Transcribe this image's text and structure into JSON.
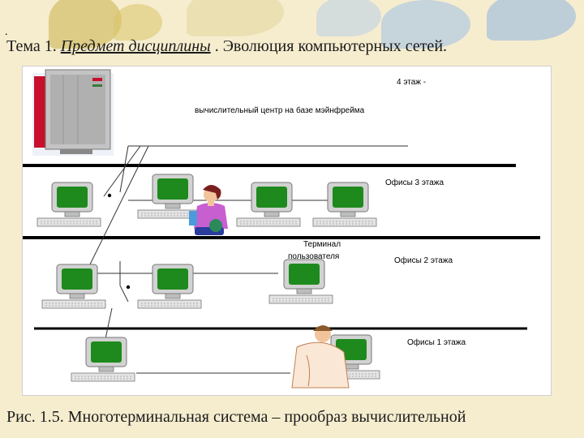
{
  "slide": {
    "bullet": ".",
    "title_prefix": "Тема 1. ",
    "title_emph": "Предмет дисциплины",
    "title_suffix": " . Эволюция компьютерных сетей."
  },
  "diagram": {
    "labels": {
      "floor4": "4 этаж -",
      "mainframe_center": "вычислительный центр на базе мэйнфрейма",
      "offices3": "Офисы 3 этажа",
      "terminal_line1": "Терминал",
      "terminal_line2": "пользователя",
      "offices2": "Офисы 2 этажа",
      "offices1": "Офисы 1 этажа"
    },
    "icons": [
      "mainframe-icon",
      "terminal-icon",
      "user-woman-icon",
      "user-man-icon"
    ],
    "colors": {
      "screen": "#1e8a1e",
      "case": "#c8c8c8",
      "accent": "#c8102e"
    }
  },
  "caption": "Рис. 1.5. Многотерминальная система – прообраз вычислительной"
}
